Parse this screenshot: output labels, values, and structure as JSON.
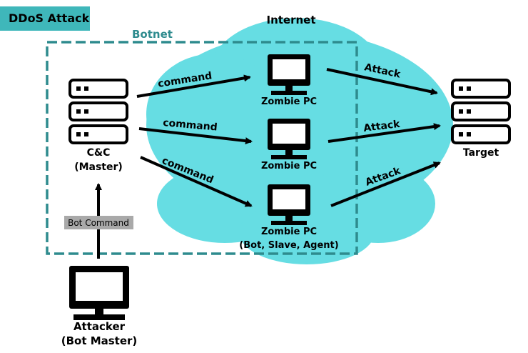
{
  "title": "DDoS Attack",
  "botnet_label": "Botnet",
  "internet_label": "Internet",
  "cnc": {
    "line1": "C&C",
    "line2": "(Master)"
  },
  "zombies": [
    {
      "line1": "Zombie PC",
      "line2": ""
    },
    {
      "line1": "Zombie PC",
      "line2": ""
    },
    {
      "line1": "Zombie PC",
      "line2": "(Bot, Slave, Agent)"
    }
  ],
  "target_label": "Target",
  "attacker": {
    "line1": "Attacker",
    "line2": "(Bot Master)"
  },
  "bot_command_label": "Bot Command",
  "command_labels": [
    "command",
    "command",
    "command"
  ],
  "attack_labels": [
    "Attack",
    "Attack",
    "Attack"
  ],
  "colors": {
    "cloud": "#66dde3",
    "tag": "#3fb7ba",
    "botnet_border": "#2e8b8e",
    "bot_command_bg": "#a9a9a9"
  }
}
